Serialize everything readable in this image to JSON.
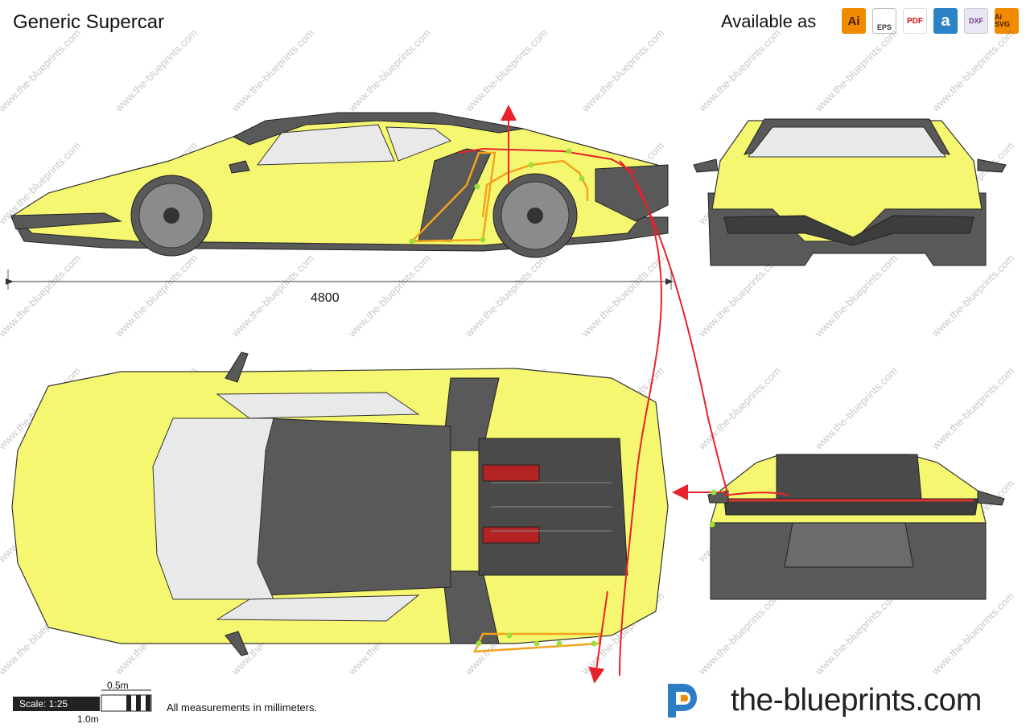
{
  "page": {
    "title": "Generic Supercar",
    "available_label": "Available as",
    "formats": [
      "Ai",
      "EPS",
      "PDF",
      "a",
      "DXF",
      "Ai SVG"
    ],
    "length_dimension": "4800",
    "scale_label": "Scale: 1:25",
    "scale_half": "0.5m",
    "scale_full": "1.0m",
    "measurement_note": "All measurements in millimeters.",
    "brand_name": "the-blueprints.com",
    "watermark_text": "www.the-blueprints.com"
  },
  "colors": {
    "body_yellow": "#f5f770",
    "body_dark": "#595959",
    "glass": "#e9e9ea",
    "annotation_red": "#e8222a",
    "annotation_orange": "#f5a21c",
    "annotation_green": "#9be03a"
  }
}
